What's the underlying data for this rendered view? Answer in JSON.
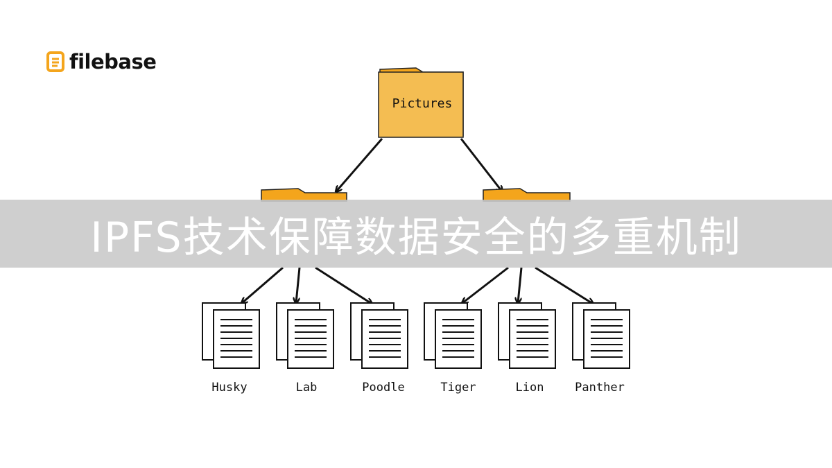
{
  "logo": {
    "text": "filebase",
    "icon": "document-icon",
    "accent": "#f4a51c"
  },
  "root_folder": {
    "label": "Pictures",
    "color": "#f4bd52",
    "tab_color": "#f4a51c"
  },
  "files": [
    {
      "label": "Husky"
    },
    {
      "label": "Lab"
    },
    {
      "label": "Poodle"
    },
    {
      "label": "Tiger"
    },
    {
      "label": "Lion"
    },
    {
      "label": "Panther"
    }
  ],
  "banner": {
    "text": "IPFS技术保障数据安全的多重机制"
  }
}
